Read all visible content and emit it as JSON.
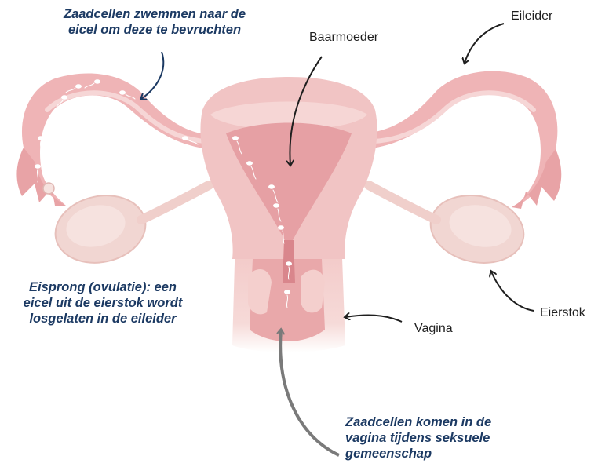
{
  "labels": {
    "eileider": "Eileider",
    "baarmoeder": "Baarmoeder",
    "eierstok": "Eierstok",
    "vagina": "Vagina"
  },
  "notes": {
    "sperm_swim": [
      "Zaadcellen zwemmen naar de",
      "eicel om deze te bevruchten"
    ],
    "ovulation": [
      "Eisprong (ovulatie): een",
      "eicel uit de eierstok wordt",
      "losgelaten in de eileider"
    ],
    "sperm_enter": [
      "Zaadcellen komen in de",
      "vagina tijdens seksuele",
      "gemeenschap"
    ]
  },
  "colors": {
    "tissue_light": "#f1c4c4",
    "tissue_mid": "#e8a3a6",
    "tissue_dark": "#d9868c",
    "ovary": "#f1d6d2",
    "skin": "#f6d9d6",
    "note_text": "#1c3a63",
    "arrow": "#1f1f1f",
    "sperm_path_arrow": "#7a7a7a"
  }
}
